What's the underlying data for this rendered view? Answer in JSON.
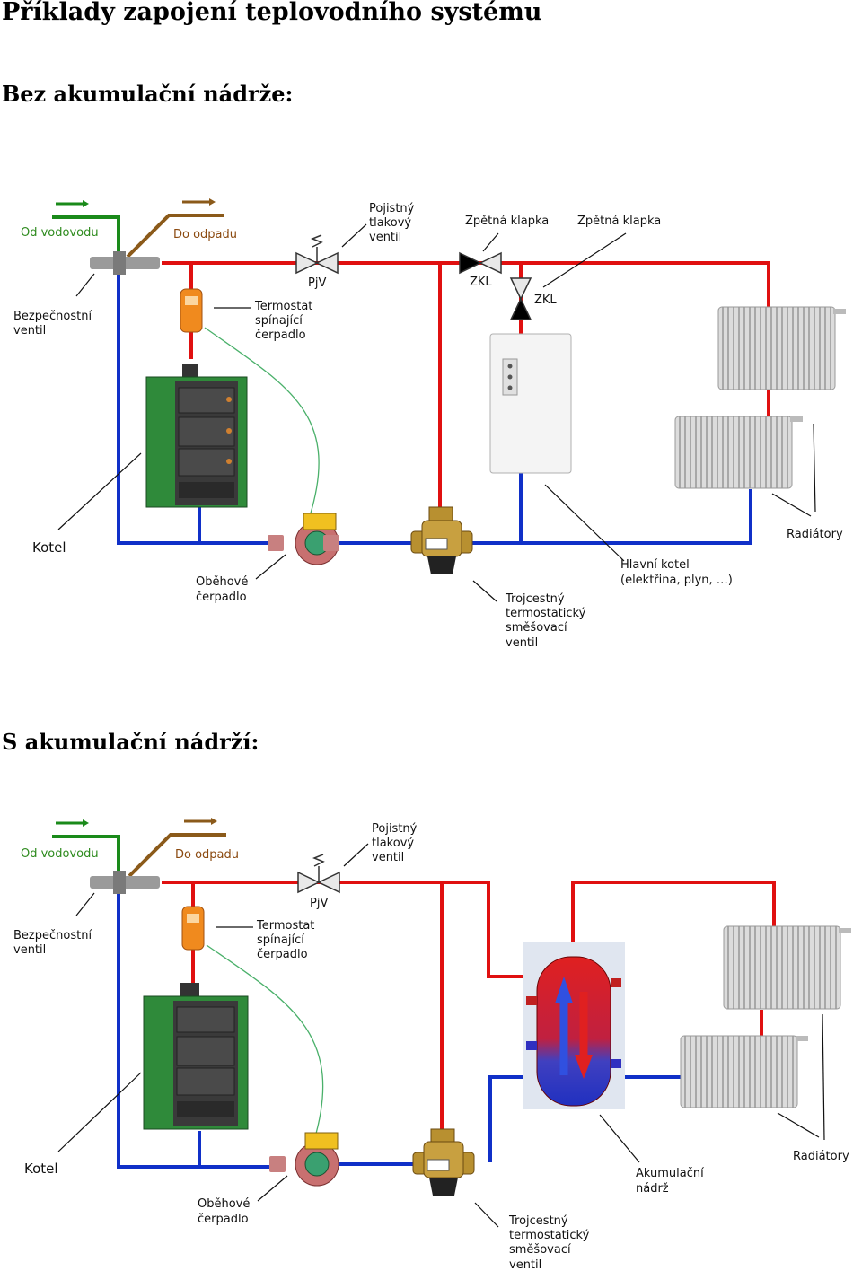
{
  "page_title": "Příklady zapojení teplovodního systému",
  "section1": {
    "heading": "Bez akumulační nádrže:",
    "labels": {
      "od_vodovodu": "Od vodovodu",
      "do_odpadu": "Do odpadu",
      "pojistny_1": "Pojistný",
      "pojistny_2": "tlakový",
      "pojistny_3": "ventil",
      "pjv": "PjV",
      "zpetna_klapka_1": "Zpětná klapka",
      "zpetna_klapka_2": "Zpětná klapka",
      "zkl_1": "ZKL",
      "zkl_2": "ZKL",
      "bezpecnostni_1": "Bezpečnostní",
      "bezpecnostni_2": "ventil",
      "termostat_1": "Termostat",
      "termostat_2": "spínající",
      "termostat_3": "čerpadlo",
      "kotel": "Kotel",
      "obehove_1": "Oběhové",
      "obehove_2": "čerpadlo",
      "trojcestny_1": "Trojcestný",
      "trojcestny_2": "termostatický",
      "trojcestny_3": "směšovací",
      "trojcestny_4": "ventil",
      "hlavni_kotel_1": "Hlavní kotel",
      "hlavni_kotel_2": "(elektřina, plyn, …)",
      "radiatory": "Radiátory"
    }
  },
  "section2": {
    "heading": "S akumulační nádrží:",
    "labels": {
      "od_vodovodu": "Od vodovodu",
      "do_odpadu": "Do odpadu",
      "pojistny_1": "Pojistný",
      "pojistny_2": "tlakový",
      "pojistny_3": "ventil",
      "pjv": "PjV",
      "bezpecnostni_1": "Bezpečnostní",
      "bezpecnostni_2": "ventil",
      "termostat_1": "Termostat",
      "termostat_2": "spínající",
      "termostat_3": "čerpadlo",
      "kotel": "Kotel",
      "obehove_1": "Oběhové",
      "obehove_2": "čerpadlo",
      "trojcestny_1": "Trojcestný",
      "trojcestny_2": "termostatický",
      "trojcestny_3": "směšovací",
      "trojcestny_4": "ventil",
      "akumulacni_1": "Akumulační",
      "akumulacni_2": "nádrž",
      "radiatory": "Radiátory"
    }
  },
  "colors": {
    "hot_pipe": "#e01010",
    "cold_pipe": "#1030c8",
    "supply_pipe": "#1a8a1a",
    "drain_pipe": "#8b5a1a",
    "boiler_green": "#2f8a3a"
  }
}
